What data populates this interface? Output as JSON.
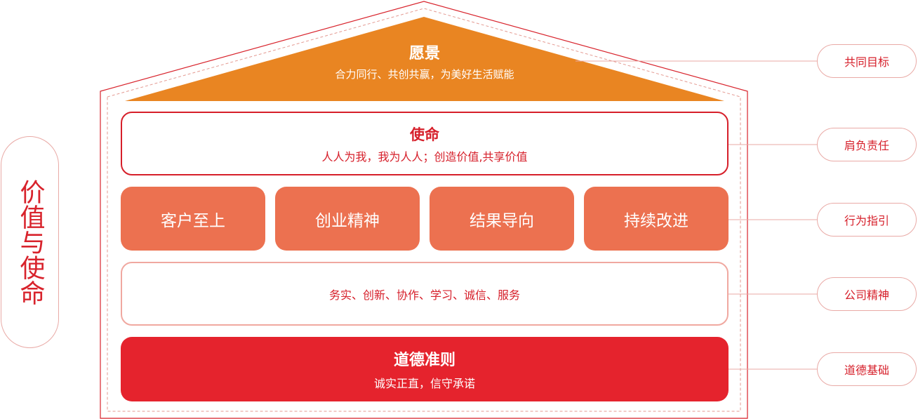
{
  "side_label": "价值与使命",
  "vision": {
    "title": "愿景",
    "subtitle": "合力同行、共创共赢，为美好生活赋能"
  },
  "mission": {
    "title": "使命",
    "subtitle": "人人为我，我为人人；创造价值,共享价值"
  },
  "values": [
    "客户至上",
    "创业精神",
    "结果导向",
    "持续改进"
  ],
  "spirit": {
    "subtitle": "务实、创新、协作、学习、诚信、服务"
  },
  "ethics": {
    "title": "道德准则",
    "subtitle": "诚实正直，信守承诺"
  },
  "tags": [
    "共同目标",
    "肩负责任",
    "行为指引",
    "公司精神",
    "道德基础"
  ],
  "colors": {
    "roof_orange": "#e98522",
    "value_coral": "#ec7150",
    "ethics_red": "#e5232d",
    "accent_red": "#d61f2a",
    "pale_border": "#e9aaa6"
  }
}
